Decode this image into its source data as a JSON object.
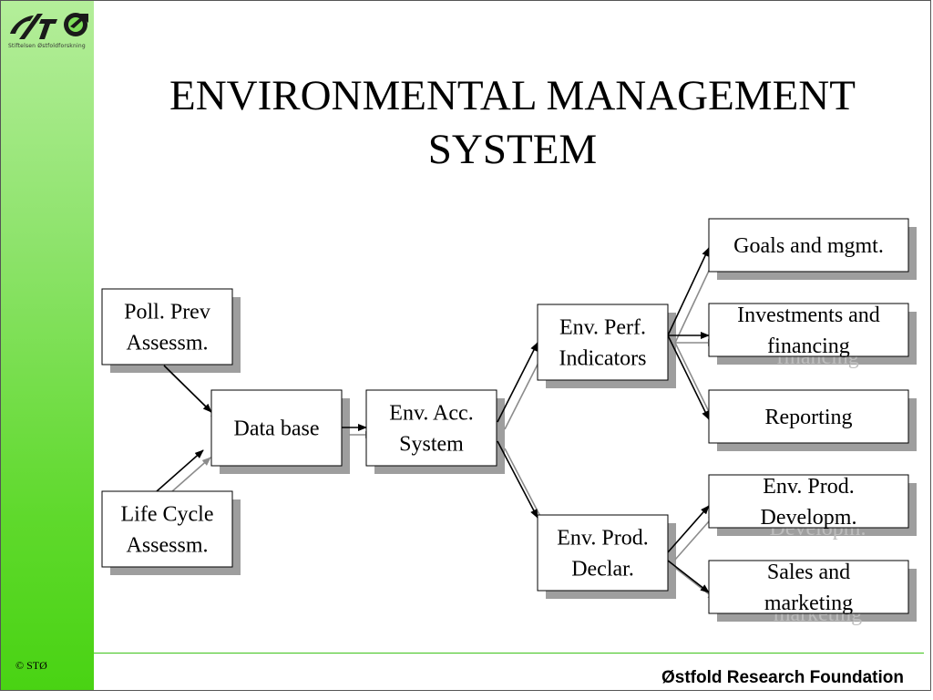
{
  "slide": {
    "title_line1": "ENVIRONMENTAL MANAGEMENT",
    "title_line2": "SYSTEM",
    "logo_subtext": "Stiftelsen Østfoldforskning",
    "copyright": "© STØ",
    "footer": "Østfold Research Foundation"
  },
  "colors": {
    "sidebar_top": "#b4ee9a",
    "sidebar_bottom": "#49d313",
    "footer_line": "#3ec41b",
    "box_shadow": "#9e9e9e",
    "arrow_black": "#000000",
    "arrow_gray": "#8c8c8c"
  },
  "diagram": {
    "nodes": {
      "poll": [
        "Poll. Prev",
        "Assessm."
      ],
      "lca": [
        "Life Cycle",
        "Assessm."
      ],
      "db": [
        "Data base"
      ],
      "eas": [
        "Env. Acc.",
        "System"
      ],
      "epi": [
        "Env. Perf.",
        "Indicators"
      ],
      "epd": [
        "Env. Prod.",
        "Declar."
      ],
      "goals": [
        "Goals and mgmt."
      ],
      "invest": [
        "Investments and",
        "financing"
      ],
      "report": [
        "Reporting"
      ],
      "develop": [
        "Env. Prod.",
        "Developm."
      ],
      "sales": [
        "Sales and",
        "marketing"
      ]
    },
    "edges": [
      [
        "poll",
        "db"
      ],
      [
        "lca",
        "db"
      ],
      [
        "db",
        "eas"
      ],
      [
        "eas",
        "epi"
      ],
      [
        "eas",
        "epd"
      ],
      [
        "epi",
        "goals"
      ],
      [
        "epi",
        "invest"
      ],
      [
        "epi",
        "report"
      ],
      [
        "epd",
        "develop"
      ],
      [
        "epd",
        "sales"
      ]
    ]
  }
}
